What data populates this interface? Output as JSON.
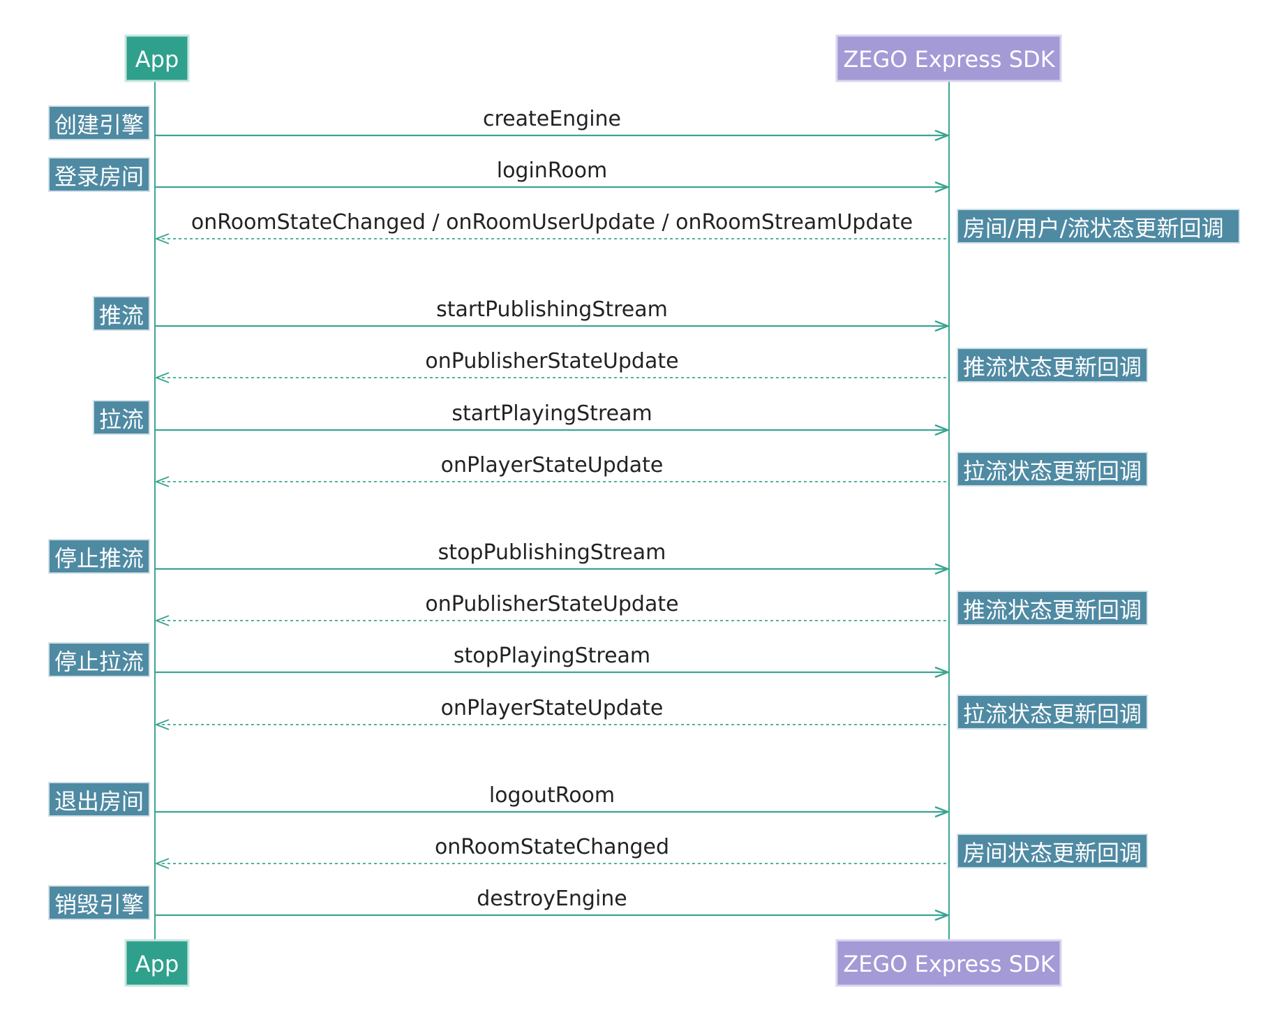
{
  "participants": {
    "app": {
      "label": "App"
    },
    "sdk": {
      "label": "ZEGO Express SDK"
    }
  },
  "colors": {
    "app_box": "#2fa08c",
    "sdk_box": "#a49ad6",
    "line": "#3aa592",
    "left_tag": "#4f8aa3",
    "right_tag": "#4f8aa3",
    "text": "#222222"
  },
  "messages": [
    {
      "label": "createEngine",
      "style": "solid",
      "direction": "right",
      "left_tag": "创建引擎"
    },
    {
      "label": "loginRoom",
      "style": "solid",
      "direction": "right",
      "left_tag": "登录房间"
    },
    {
      "label": "onRoomStateChanged / onRoomUserUpdate / onRoomStreamUpdate",
      "style": "dashed",
      "direction": "left",
      "right_tag": "房间/用户/流状态更新回调"
    },
    {
      "label": "startPublishingStream",
      "style": "solid",
      "direction": "right",
      "left_tag": "推流"
    },
    {
      "label": "onPublisherStateUpdate",
      "style": "dashed",
      "direction": "left",
      "right_tag": "推流状态更新回调"
    },
    {
      "label": "startPlayingStream",
      "style": "solid",
      "direction": "right",
      "left_tag": "拉流"
    },
    {
      "label": "onPlayerStateUpdate",
      "style": "dashed",
      "direction": "left",
      "right_tag": "拉流状态更新回调"
    },
    {
      "label": "stopPublishingStream",
      "style": "solid",
      "direction": "right",
      "left_tag": "停止推流"
    },
    {
      "label": "onPublisherStateUpdate",
      "style": "dashed",
      "direction": "left",
      "right_tag": "推流状态更新回调"
    },
    {
      "label": "stopPlayingStream",
      "style": "solid",
      "direction": "right",
      "left_tag": "停止拉流"
    },
    {
      "label": "onPlayerStateUpdate",
      "style": "dashed",
      "direction": "left",
      "right_tag": "拉流状态更新回调"
    },
    {
      "label": "logoutRoom",
      "style": "solid",
      "direction": "right",
      "left_tag": "退出房间"
    },
    {
      "label": "onRoomStateChanged",
      "style": "dashed",
      "direction": "left",
      "right_tag": "房间状态更新回调"
    },
    {
      "label": "destroyEngine",
      "style": "solid",
      "direction": "right",
      "left_tag": "销毁引擎"
    }
  ]
}
